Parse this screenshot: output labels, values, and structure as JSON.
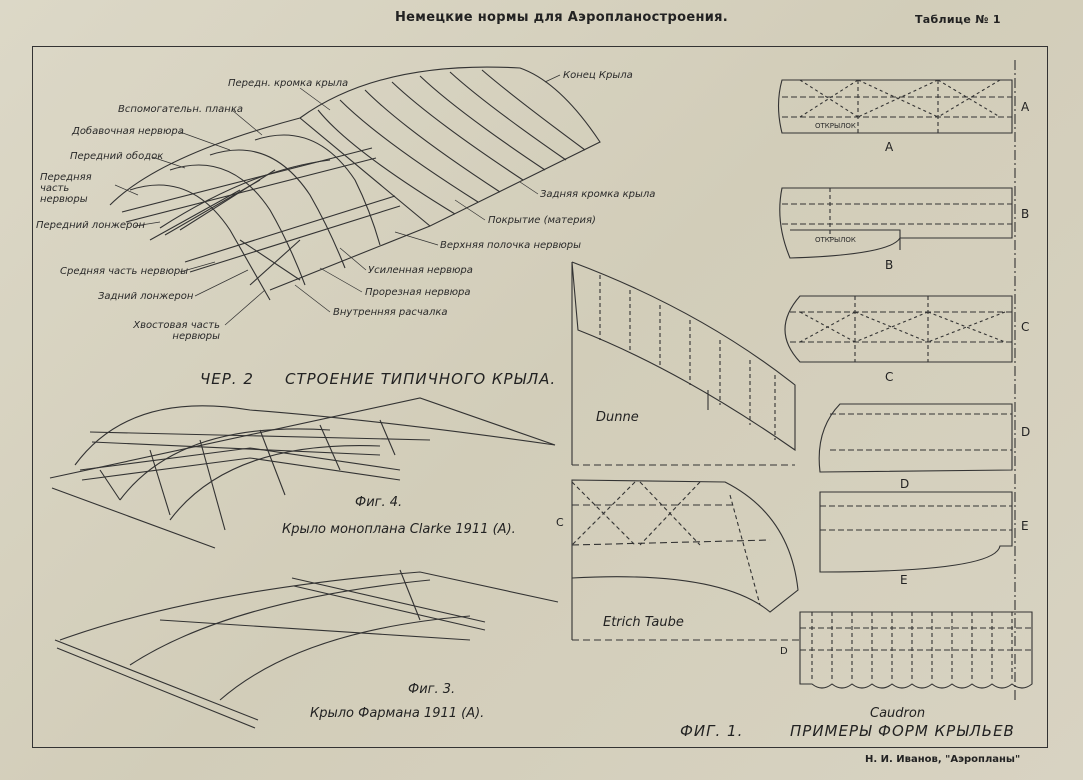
{
  "header": {
    "title": "Немецкие нормы для Аэропланостроения.",
    "table_no": "Таблице № 1"
  },
  "fig2": {
    "labels": [
      "Передн. кромка крыла",
      "Вспомогательн. планка",
      "Добавочная нервюра",
      "Передний ободок",
      "Передняя часть нервюры",
      "Передний лонжерон",
      "Средняя часть нервюры",
      "Задний лонжерон",
      "Хвостовая часть нервюры",
      "Конец Крыла",
      "Задняя кромка крыла",
      "Покрытие (материя)",
      "Верхняя полочка нервюры",
      "Усиленная нервюра",
      "Прорезная нервюра",
      "Внутренняя расчалка"
    ],
    "caption_num": "ЧЕР. 2",
    "caption": "СТРОЕНИЕ ТИПИЧНОГО КРЫЛА."
  },
  "fig4": {
    "num": "Фиг. 4.",
    "caption": "Крыло моноплана Clarke 1911 (А).",
    "mark": "C"
  },
  "fig3": {
    "num": "Фиг. 3.",
    "caption": "Крыло Фармана 1911 (А)."
  },
  "fig1": {
    "num": "ФИГ. 1.",
    "caption": "ПРИМЕРЫ ФОРМ КРЫЛЬЕВ",
    "dunne": "Dunne",
    "taube": "Etrich Taube",
    "caudron": "Caudron",
    "aileron": "ОТКРЫЛОК",
    "letters": [
      "A",
      "B",
      "C",
      "D",
      "E"
    ],
    "mark_d": "D"
  },
  "publisher": "Н. И. Иванов, \"Аэропланы\""
}
